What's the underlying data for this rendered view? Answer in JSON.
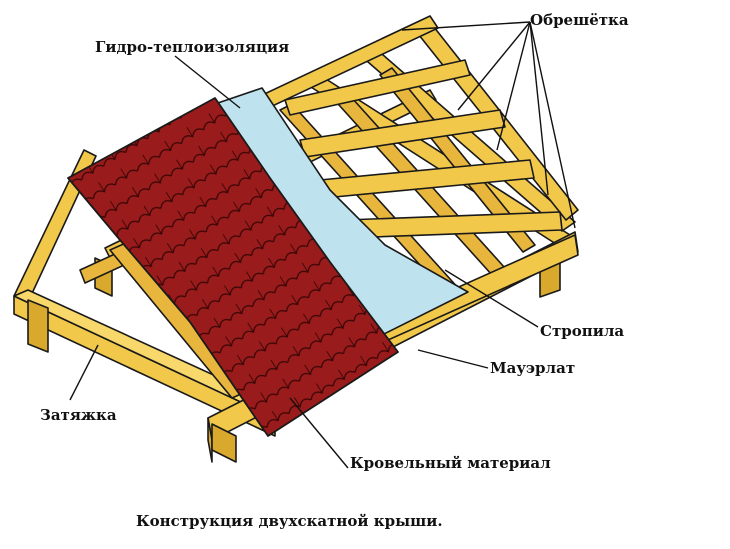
{
  "labels": {
    "obreshetka": "Обрешётка",
    "gidro": "Гидро-теплоизоляция",
    "stropila": "Стропила",
    "mauerlat": "Мауэрлат",
    "zatyazhka": "Затяжка",
    "krovelny": "Кровельный материал"
  },
  "caption": "Конструкция двухскатной крыши.",
  "colors": {
    "timber": "#F2C84B",
    "timber_shade": "#D9A92E",
    "timber_outline": "#1a1a1a",
    "roofing": "#9A1B1B",
    "roofing_lines": "#3a0606",
    "insulation": "#BFE3EE",
    "background": "#FFFFFF"
  }
}
